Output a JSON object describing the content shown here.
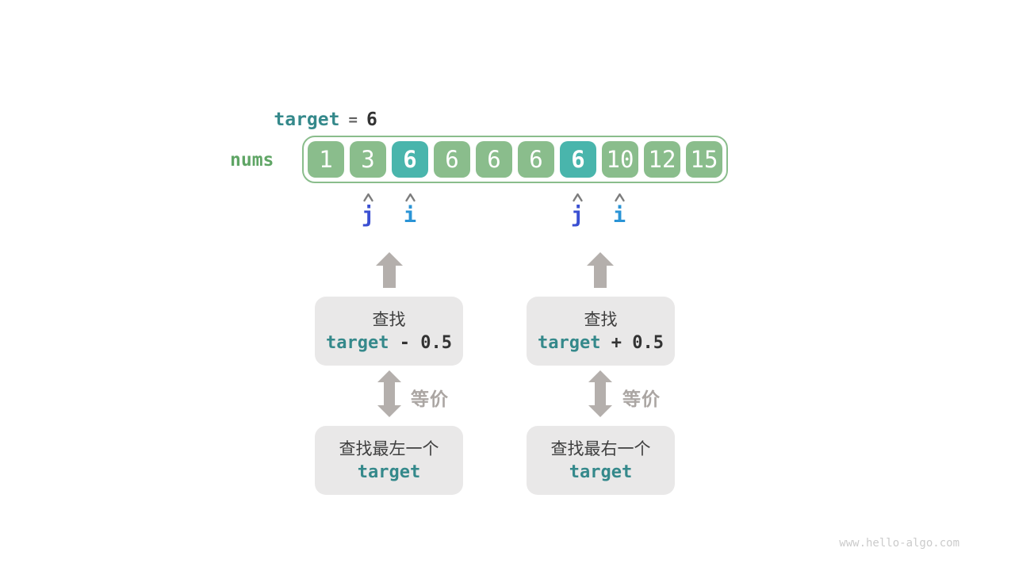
{
  "colors": {
    "cell-green": "#8abd8c",
    "cell-teal": "#49b5ac",
    "label-green": "#5fa565",
    "code-teal": "#35898b",
    "text-dark": "#333333",
    "equals-gray": "#5f5f5f",
    "arrow-gray": "#b4afac",
    "equiv-gray": "#aba6a3",
    "box-gray": "#e9e8e8",
    "box-text": "#3f3f3f",
    "j-blue": "#3a4fd2",
    "i-blue": "#2a94d6",
    "caret-gray": "#7d7d7d",
    "watermark-gray": "#cbcbcb"
  },
  "target_expr": {
    "label": "target",
    "equals": "=",
    "value": "6"
  },
  "nums_label": "nums",
  "array": {
    "cells": [
      "1",
      "3",
      "6",
      "6",
      "6",
      "6",
      "6",
      "10",
      "12",
      "15"
    ],
    "highlight_indices": [
      2,
      6
    ]
  },
  "pointers": [
    "j",
    "i",
    "j",
    "i"
  ],
  "boxes": {
    "left_top": {
      "line1": "查找",
      "code": "target",
      "op": " - 0.5"
    },
    "right_top": {
      "line1": "查找",
      "code": "target",
      "op": " + 0.5"
    },
    "left_bottom": {
      "line1": "查找最左一个",
      "code": "target"
    },
    "right_bottom": {
      "line1": "查找最右一个",
      "code": "target"
    }
  },
  "equiv_labels": [
    "等价",
    "等价"
  ],
  "watermark": "www.hello-algo.com"
}
